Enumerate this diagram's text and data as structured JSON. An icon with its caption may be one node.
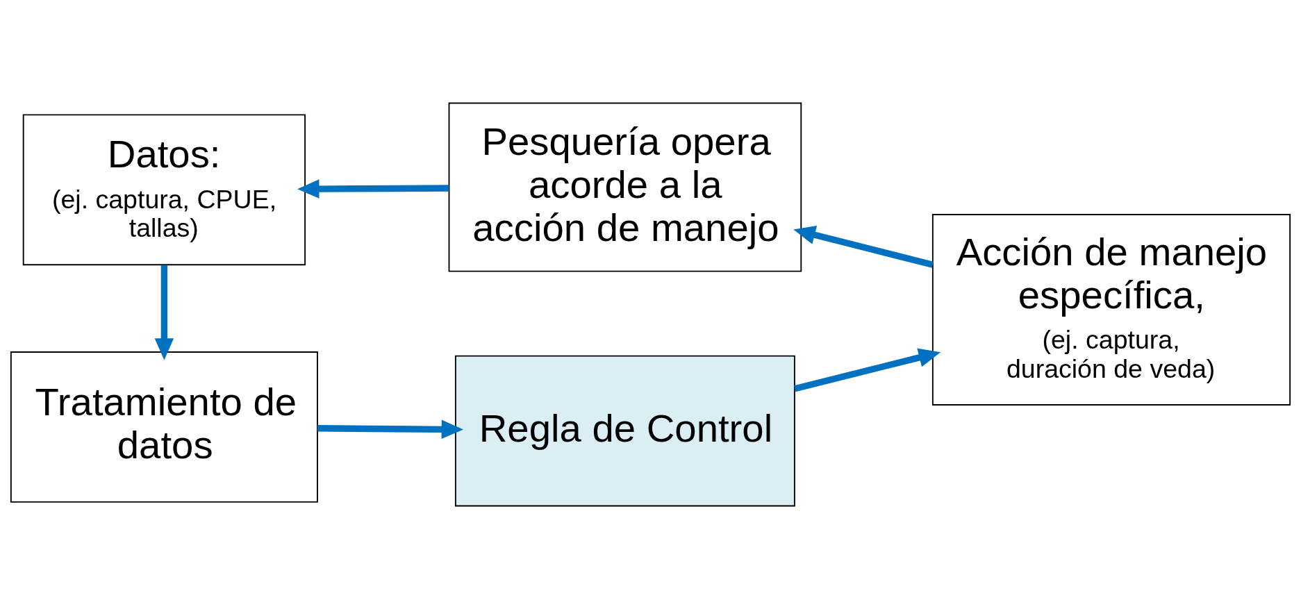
{
  "diagram": {
    "nodes": [
      {
        "text": [
          "Datos:",
          "(ej. captura, CPUE, tallas)"
        ]
      },
      {
        "text": [
          "Pesquería opera acorde a la acción de manejo"
        ]
      },
      {
        "text": [
          "Acción de manejo específica,",
          "(ej. captura, duración de veda)"
        ]
      },
      {
        "text": [
          "Tratamiento de datos"
        ]
      },
      {
        "text": [
          "Regla de Control"
        ]
      }
    ],
    "edges": [
      {
        "from": 1,
        "to": 0,
        "arrow": "to"
      },
      {
        "from": 0,
        "to": 3,
        "arrow": "to"
      },
      {
        "from": 3,
        "to": 4,
        "arrow": "to"
      },
      {
        "from": 4,
        "to": 2,
        "arrow": "to"
      },
      {
        "from": 2,
        "to": 1,
        "arrow": "to"
      }
    ]
  }
}
